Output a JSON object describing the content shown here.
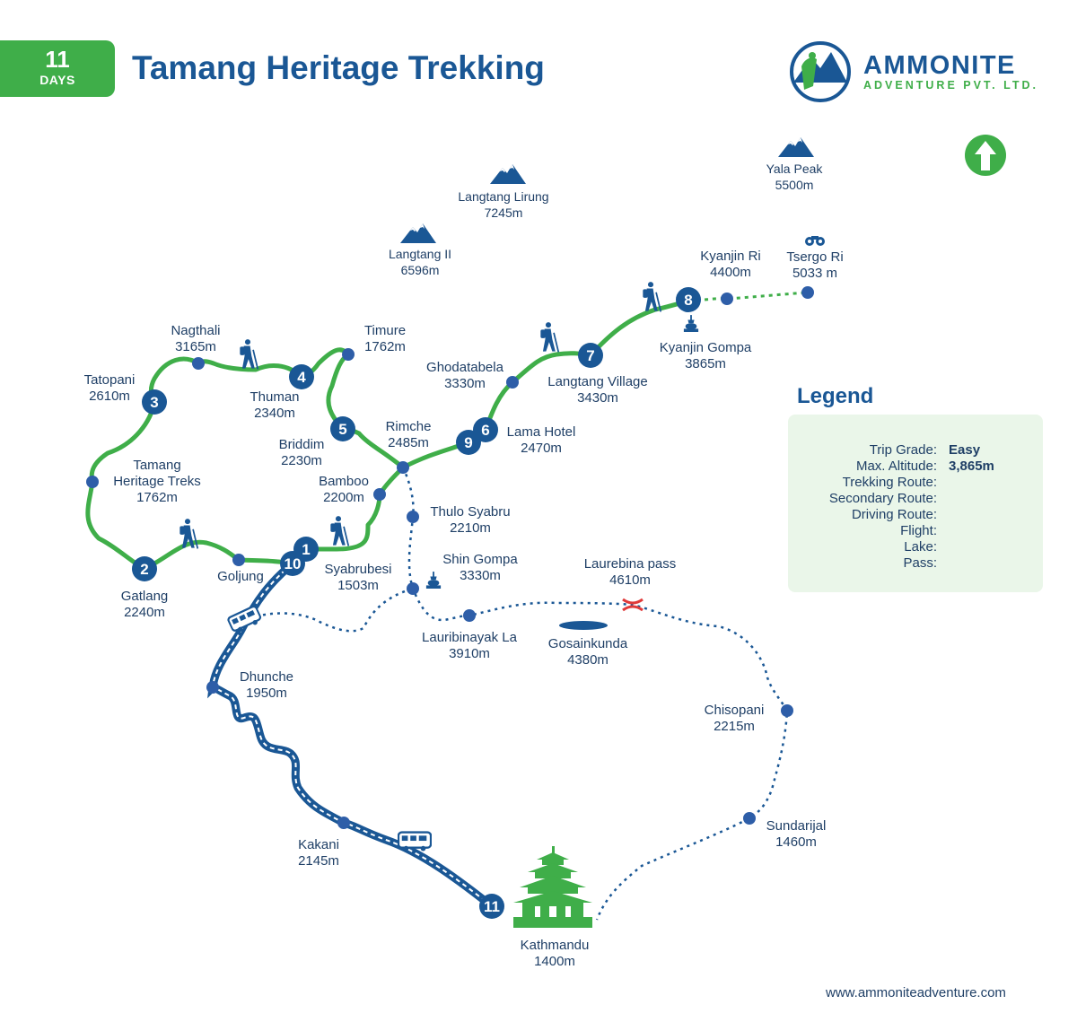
{
  "header": {
    "days_number": "11",
    "days_label": "DAYS",
    "title": "Tamang Heritage Trekking"
  },
  "brand": {
    "name": "AMMONITE",
    "sub": "ADVENTURE PVT. LTD."
  },
  "website": "www.ammoniteadventure.com",
  "colors": {
    "trek": "#3fae49",
    "navy": "#1a5795",
    "dark_navy": "#123a6b",
    "pass": "#e03a3a",
    "legend_bg": "#eaf6e9"
  },
  "legend": {
    "title": "Legend",
    "trip_grade_label": "Trip Grade:",
    "trip_grade_value": "Easy",
    "max_alt_label": "Max. Altitude:",
    "max_alt_value": "3,865m",
    "trekking_label": "Trekking Route:",
    "secondary_label": "Secondary Route:",
    "driving_label": "Driving Route:",
    "flight_label": "Flight:",
    "lake_label": "Lake:",
    "pass_label": "Pass:"
  },
  "days": [
    {
      "n": "1"
    },
    {
      "n": "2"
    },
    {
      "n": "3"
    },
    {
      "n": "4"
    },
    {
      "n": "5"
    },
    {
      "n": "6"
    },
    {
      "n": "7"
    },
    {
      "n": "8"
    },
    {
      "n": "9"
    },
    {
      "n": "10"
    },
    {
      "n": "11"
    }
  ],
  "places": [
    {
      "name": "Nagthali",
      "alt": "3165m"
    },
    {
      "name": "Timure",
      "alt": "1762m"
    },
    {
      "name": "Tatopani",
      "alt": "2610m"
    },
    {
      "name": "Thuman",
      "alt": "2340m"
    },
    {
      "name": "Briddim",
      "alt": "2230m"
    },
    {
      "name": "Rimche",
      "alt": "2485m"
    },
    {
      "name": "Tamang",
      "line2": "Heritage Treks",
      "alt": "1762m"
    },
    {
      "name": "Bamboo",
      "alt": "2200m"
    },
    {
      "name": "Gatlang",
      "alt": "2240m"
    },
    {
      "name": "Goljung"
    },
    {
      "name": "Syabrubesi",
      "alt": "1503m"
    },
    {
      "name": "Thulo Syabru",
      "alt": "2210m"
    },
    {
      "name": "Shin Gompa",
      "alt": "3330m"
    },
    {
      "name": "Ghodatabela",
      "alt": "3330m"
    },
    {
      "name": "Langtang Village",
      "alt": "3430m"
    },
    {
      "name": "Lama Hotel",
      "alt": "2470m"
    },
    {
      "name": "Kyanjin Ri",
      "alt": "4400m"
    },
    {
      "name": "Tsergo Ri",
      "alt": "5033 m"
    },
    {
      "name": "Kyanjin Gompa",
      "alt": "3865m"
    },
    {
      "name": "Laurebina pass",
      "alt": "4610m"
    },
    {
      "name": "Lauribinayak La",
      "alt": "3910m"
    },
    {
      "name": "Gosainkunda",
      "alt": "4380m"
    },
    {
      "name": "Dhunche",
      "alt": "1950m"
    },
    {
      "name": "Chisopani",
      "alt": "2215m"
    },
    {
      "name": "Sundarijal",
      "alt": "1460m"
    },
    {
      "name": "Kakani",
      "alt": "2145m"
    },
    {
      "name": "Kathmandu",
      "alt": "1400m"
    }
  ],
  "peaks": [
    {
      "name": "Langtang Lirung",
      "alt": "7245m"
    },
    {
      "name": "Yala Peak",
      "alt": "5500m"
    },
    {
      "name": "Langtang II",
      "alt": "6596m"
    }
  ]
}
